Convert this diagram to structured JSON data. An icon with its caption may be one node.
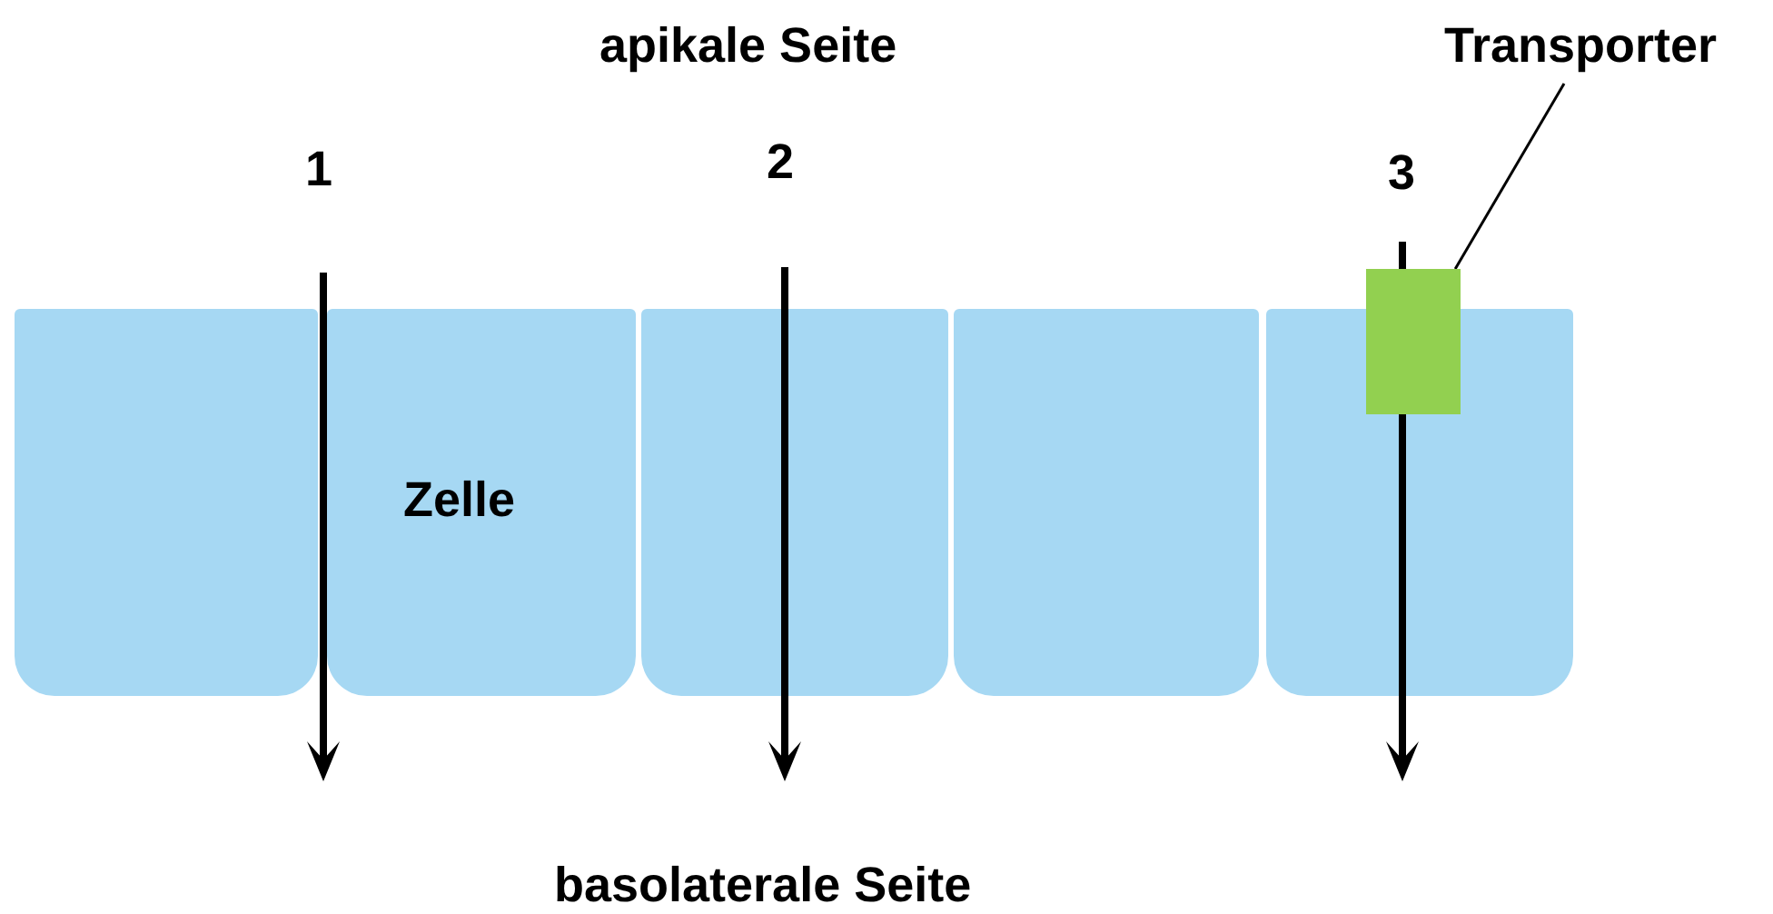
{
  "diagram": {
    "nodes": [
      {
        "text": [],
        "shape": "box"
      },
      {
        "text": [
          "Zelle"
        ]
      },
      {
        "text": [],
        "shape": "box"
      },
      {
        "text": [],
        "shape": "box"
      },
      {
        "text": [],
        "shape": "box"
      },
      {
        "text": [
          "Transporter"
        ]
      },
      {
        "text": [],
        "shape": "box"
      }
    ],
    "edges": [
      {
        "from": 5,
        "to": 6,
        "arrow": "none"
      }
    ],
    "labels": [
      "apikale Seite",
      "1",
      "2",
      "3",
      "basolaterale Seite"
    ]
  }
}
